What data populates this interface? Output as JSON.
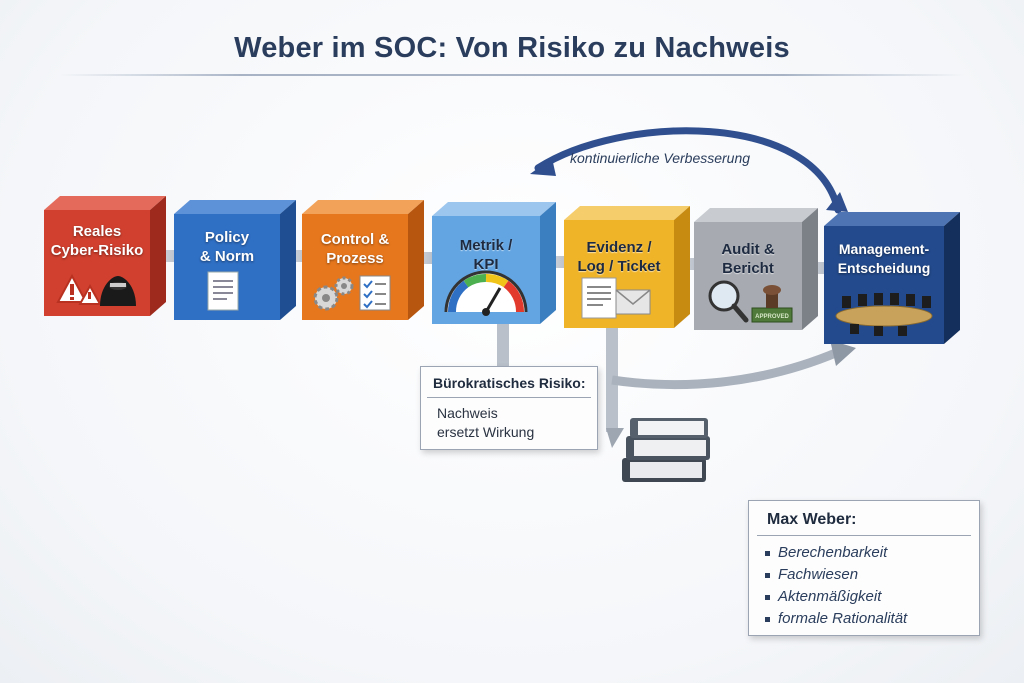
{
  "title": "Weber im SOC: Von Risiko zu Nachweis",
  "loop_label": "kontinuierliche Verbesserung",
  "blocks": [
    {
      "id": "risk",
      "line1": "Reales",
      "line2": "Cyber-Risiko",
      "color": "#d1402f",
      "icon": "warning-hacker-icon"
    },
    {
      "id": "policy",
      "line1": "Policy",
      "line2": "& Norm",
      "color": "#2f6fc4",
      "icon": "document-icon"
    },
    {
      "id": "control",
      "line1": "Control &",
      "line2": "Prozess",
      "color": "#e7771d",
      "icon": "gears-checklist-icon"
    },
    {
      "id": "kpi",
      "line1": "Metrik /",
      "line2": "KPI",
      "color": "#63a5e2",
      "icon": "gauge-icon"
    },
    {
      "id": "evidence",
      "line1": "Evidenz /",
      "line2": "Log / Ticket",
      "color": "#f0b429",
      "icon": "log-envelope-icon"
    },
    {
      "id": "audit",
      "line1": "Audit &",
      "line2": "Bericht",
      "color": "#a7abb1",
      "icon": "magnifier-stamp-icon"
    },
    {
      "id": "management",
      "line1": "Management-",
      "line2": "Entscheidung",
      "color": "#234a8c",
      "icon": "meeting-table-icon"
    }
  ],
  "stamp_text": "APPROVED",
  "bureaucratic_box": {
    "header": "Bürokratisches Risiko:",
    "line1": "Nachweis",
    "line2": "ersetzt Wirkung"
  },
  "weber_box": {
    "header": "Max Weber:",
    "items": [
      "Berechenbarkeit",
      "Fachwiesen",
      "Aktenmäßigkeit",
      "formale Rationalität"
    ]
  }
}
